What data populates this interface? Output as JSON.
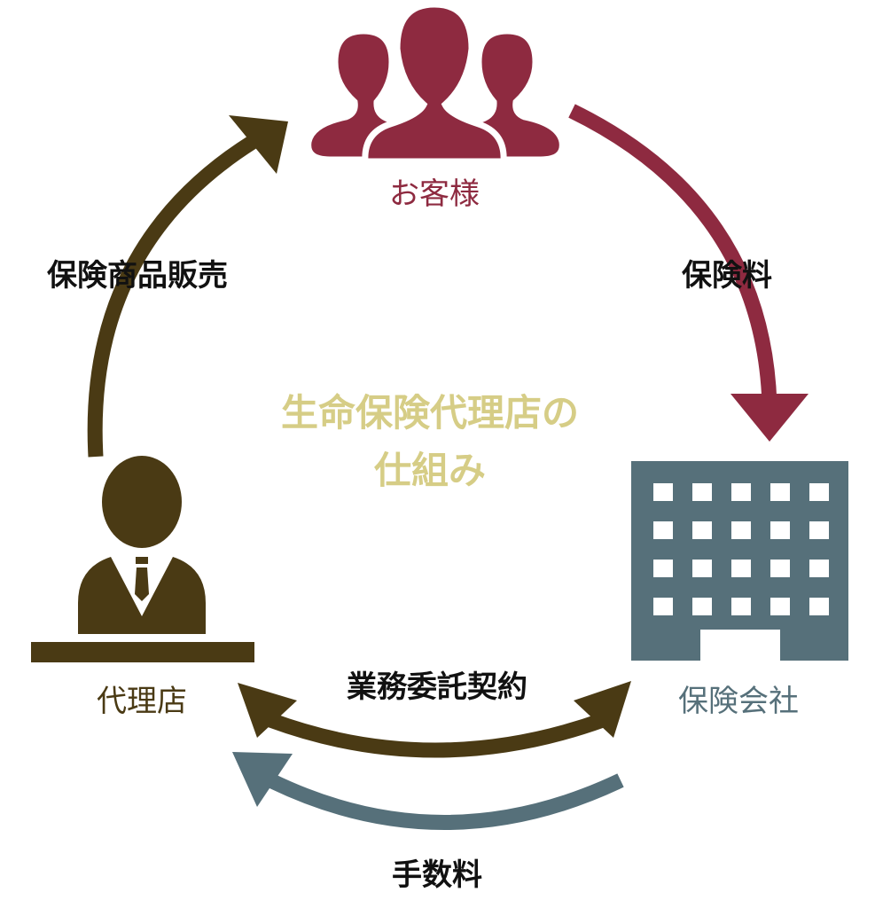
{
  "title": {
    "line1": "生命保険代理店の",
    "line2": "仕組み"
  },
  "nodes": {
    "customer": "お客様",
    "agency": "代理店",
    "insurer": "保険会社"
  },
  "flows": {
    "sales": "保険商品販売",
    "premium": "保険料",
    "contract": "業務委託契約",
    "commission": "手数料"
  },
  "colors": {
    "customer": "#8e2a40",
    "agency": "#4a3a14",
    "insurer": "#56707a",
    "title": "#d6cd86",
    "label": "#111111"
  }
}
